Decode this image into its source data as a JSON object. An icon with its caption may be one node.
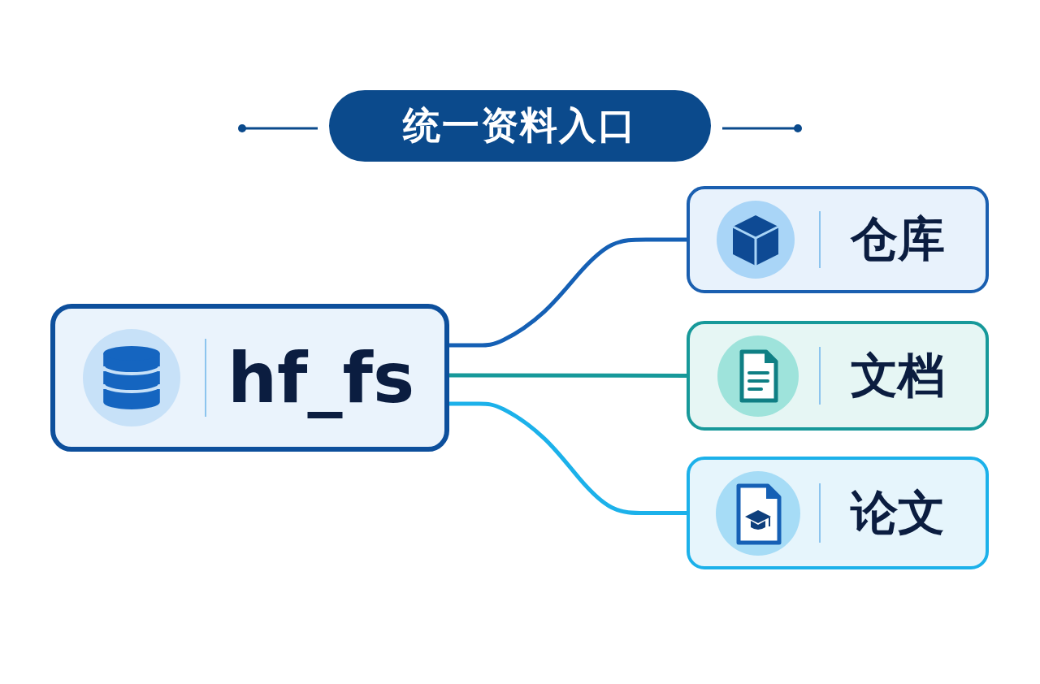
{
  "diagram": {
    "title": "统一资料入口",
    "nodes": [
      {
        "text": [
          "hf_fs"
        ]
      },
      {
        "text": [
          "仓库"
        ]
      },
      {
        "text": [
          "文档"
        ]
      },
      {
        "text": [
          "论文"
        ]
      }
    ],
    "edges": [
      {
        "from": 0,
        "to": 1,
        "arrow": "none",
        "color": "#1560b5"
      },
      {
        "from": 0,
        "to": 2,
        "arrow": "none",
        "color": "#17999a"
      },
      {
        "from": 0,
        "to": 3,
        "arrow": "none",
        "color": "#1cb1ea"
      }
    ]
  }
}
